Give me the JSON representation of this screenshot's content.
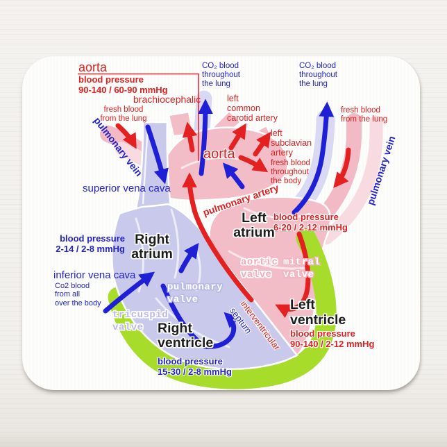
{
  "product": {
    "type": "mousepad photo",
    "subject": "human heart blood-flow diagram"
  },
  "colors": {
    "arterial_red": "#de2020",
    "venous_blue": "#2323c9",
    "heart_pink": "#f2bdc7",
    "heart_pink_light": "#f8dbe1",
    "heart_lavender": "#c9c9ec",
    "heart_lavender_light": "#d9d9f3",
    "myocardium_green": "#a7dc2b",
    "pad_white": "#fdfdfc"
  },
  "labels": {
    "aorta_title": "aorta",
    "aorta_bp": "blood pressure\n90-140 / 60-90 mmHg",
    "brachiocephalic": "brachiocephalic",
    "fresh_blood_lung_left": "fresh blood\nfrom the lung",
    "pulmonary_vein_left": "pulmonary vein",
    "co2_lung_left": "CO₂ blood\nthroughout\nthe lung",
    "co2_lung_right": "CO₂ blood\nthroughout\nthe lung",
    "left_common_carotid": "left\ncommon\ncarotid artery",
    "left_subclavian": "left\nsubclavian\nartery",
    "fresh_blood_body": "fresh blood\nthroughout\nthe body",
    "fresh_blood_lung_right": "fresh blood\nfrom the lung",
    "pulmonary_vein_right": "pulmonary vein",
    "aorta_center": "aorta",
    "superior_vena_cava": "superior vena cava",
    "pulmonary_artery": "pulmonary artery",
    "left_atrium": "Left\natrium",
    "left_atrium_bp": "blood pressure\n6-20 / 2-12 mmHg",
    "right_atrium": "Right\natrium",
    "right_atrium_bp": "blood pressure\n2-14 / 2-8 mmHg",
    "inferior_vena_cava": "inferior vena cava",
    "co2_from_body": "Co2 blood\nfrom all\nover the body",
    "tricuspid_valve": "tricuspid\nvalve",
    "pulmonary_valve": "pulmonary\nvalve",
    "aortic_valve": "aortic\nvalve",
    "mitral_valve": "mitral\nvalve",
    "right_ventricle": "Right\nventricle",
    "right_ventricle_bp": "blood pressure\n15-30 / 2-8 mmHg",
    "interventricular": "interventricular",
    "septum": "septum",
    "left_ventricle": "Left\nventricle",
    "left_ventricle_bp": "blood pressure\n90-140 / 2-12 mmHg"
  }
}
